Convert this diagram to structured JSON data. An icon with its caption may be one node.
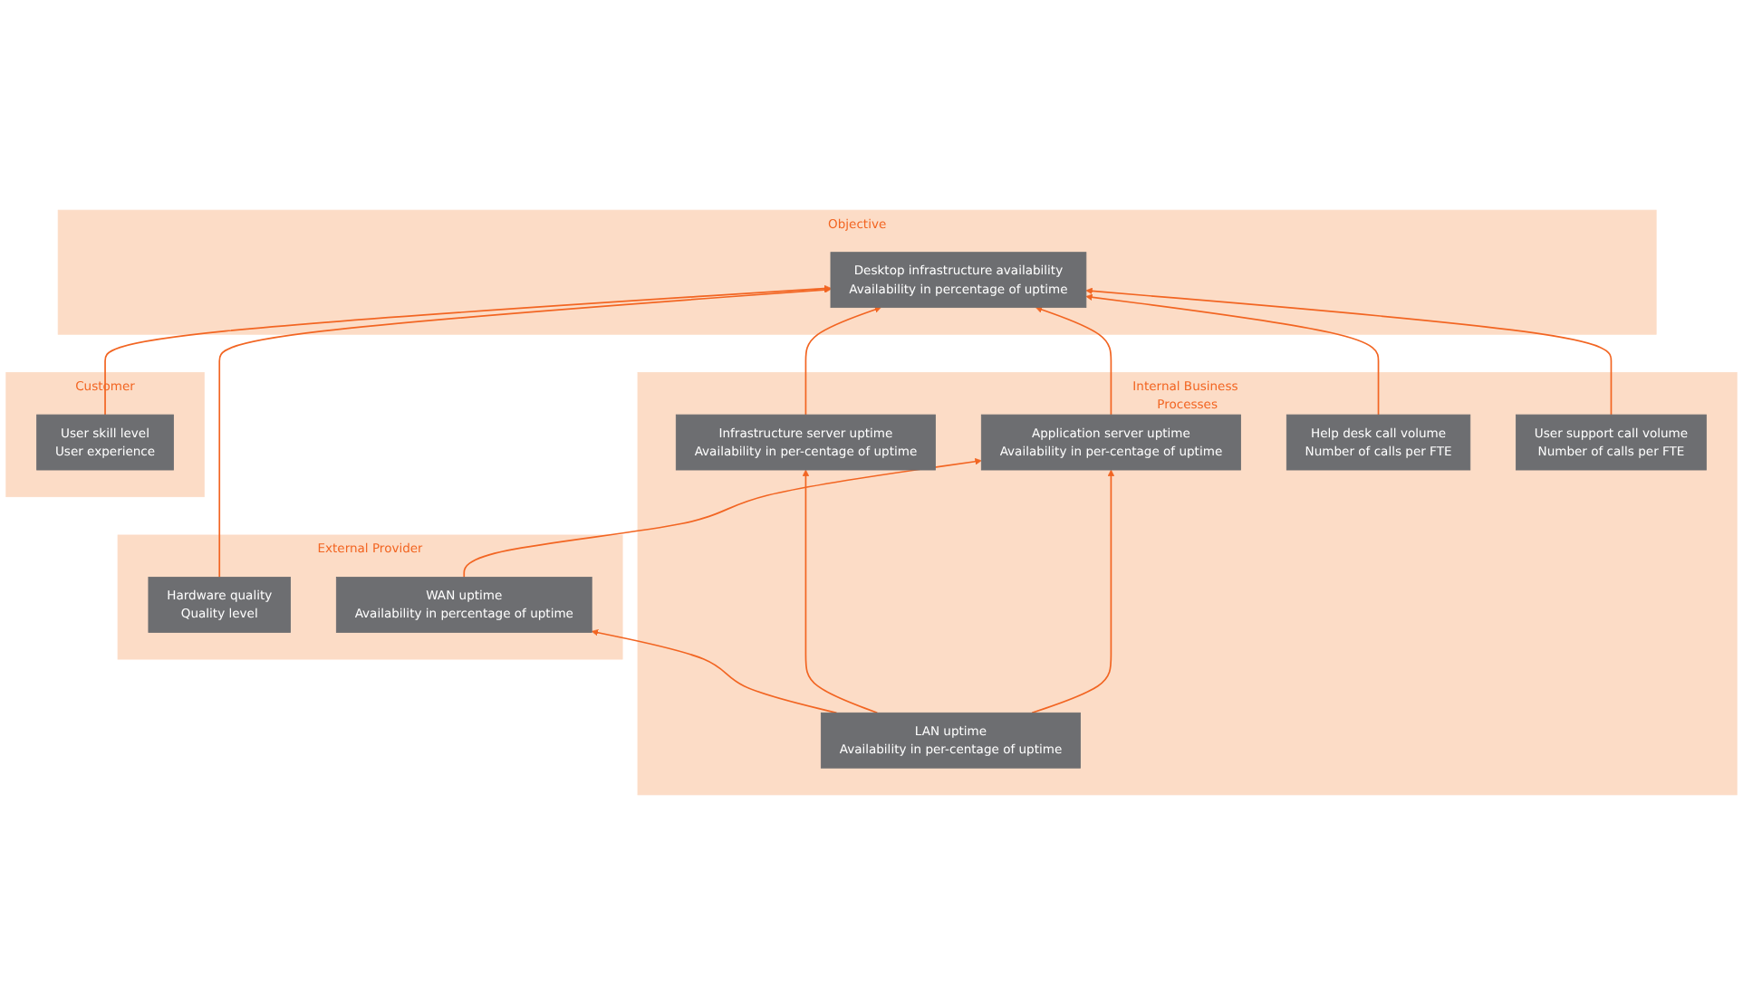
{
  "diagram": {
    "nodes": [
      {
        "text": [
          "Objective"
        ]
      },
      {
        "text": [
          "Desktop infrastructure availability",
          "Availability in percentage of uptime"
        ],
        "in": 0
      },
      {
        "text": [
          "Internal Business Processes"
        ]
      },
      {
        "text": [
          "User support call volume",
          "Number of calls per FTE"
        ],
        "in": 2
      },
      {
        "text": [
          "Application server uptime",
          "Availability in per-centage of uptime"
        ],
        "in": 2
      },
      {
        "text": [
          "Help desk call volume",
          "Number of calls per FTE"
        ],
        "in": 2
      },
      {
        "text": [
          "LAN uptime",
          "Availability in per-centage of uptime"
        ],
        "in": 2
      },
      {
        "text": [
          "Infrastructure server uptime",
          "Availability in per-centage of uptime"
        ],
        "in": 2
      },
      {
        "text": [
          "Customer"
        ]
      },
      {
        "text": [
          "User skill level",
          "User experience"
        ],
        "in": 8
      },
      {
        "text": [
          "External Provider"
        ]
      },
      {
        "text": [
          "WAN uptime",
          "Availability in percentage of uptime"
        ],
        "in": 10
      },
      {
        "text": [
          "Hardware quality",
          "Quality level"
        ],
        "in": 10
      }
    ],
    "edges": [
      {
        "from": 3,
        "to": 1,
        "arrow": "to"
      },
      {
        "from": 4,
        "to": 1,
        "arrow": "to"
      },
      {
        "from": 7,
        "to": 1,
        "arrow": "to"
      },
      {
        "from": 12,
        "to": 1,
        "arrow": "to"
      },
      {
        "from": 9,
        "to": 1,
        "arrow": "to"
      },
      {
        "from": 5,
        "to": 1,
        "arrow": "to"
      },
      {
        "from": 6,
        "to": 4,
        "arrow": "to"
      },
      {
        "from": 6,
        "to": 7,
        "arrow": "to"
      },
      {
        "from": 11,
        "to": 4,
        "arrow": "to"
      },
      {
        "from": 6,
        "to": 11,
        "arrow": "to"
      }
    ]
  }
}
